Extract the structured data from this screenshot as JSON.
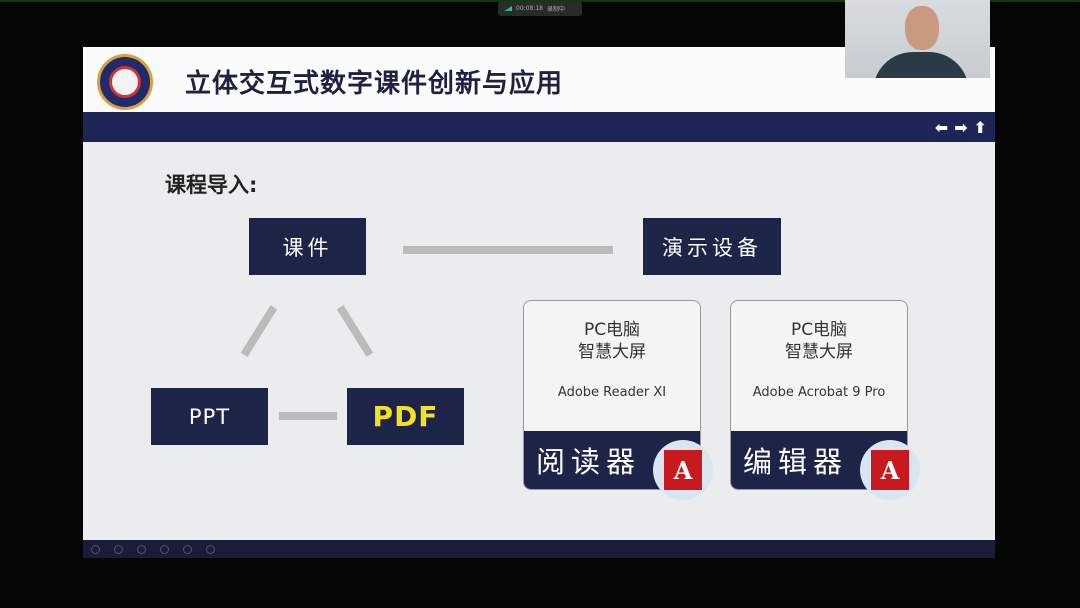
{
  "recording": {
    "time": "00:08:18",
    "status": "录制中"
  },
  "slide": {
    "title": "立体交互式数字课件创新与应用",
    "nav_icons": [
      "arrow-left-icon",
      "arrow-right-icon",
      "arrow-up-icon"
    ],
    "intro": "课程导入:",
    "boxes": {
      "courseware": "课件",
      "device": "演示设备",
      "ppt": "PPT",
      "pdf": "PDF"
    },
    "cards": [
      {
        "line1": "PC电脑",
        "line2": "智慧大屏",
        "software": "Adobe Reader XI",
        "label": "阅读器"
      },
      {
        "line1": "PC电脑",
        "line2": "智慧大屏",
        "software": "Adobe Acrobat 9 Pro",
        "label": "编辑器"
      }
    ],
    "pdf_color": "#f4e31c",
    "navy": "#1d2448"
  }
}
